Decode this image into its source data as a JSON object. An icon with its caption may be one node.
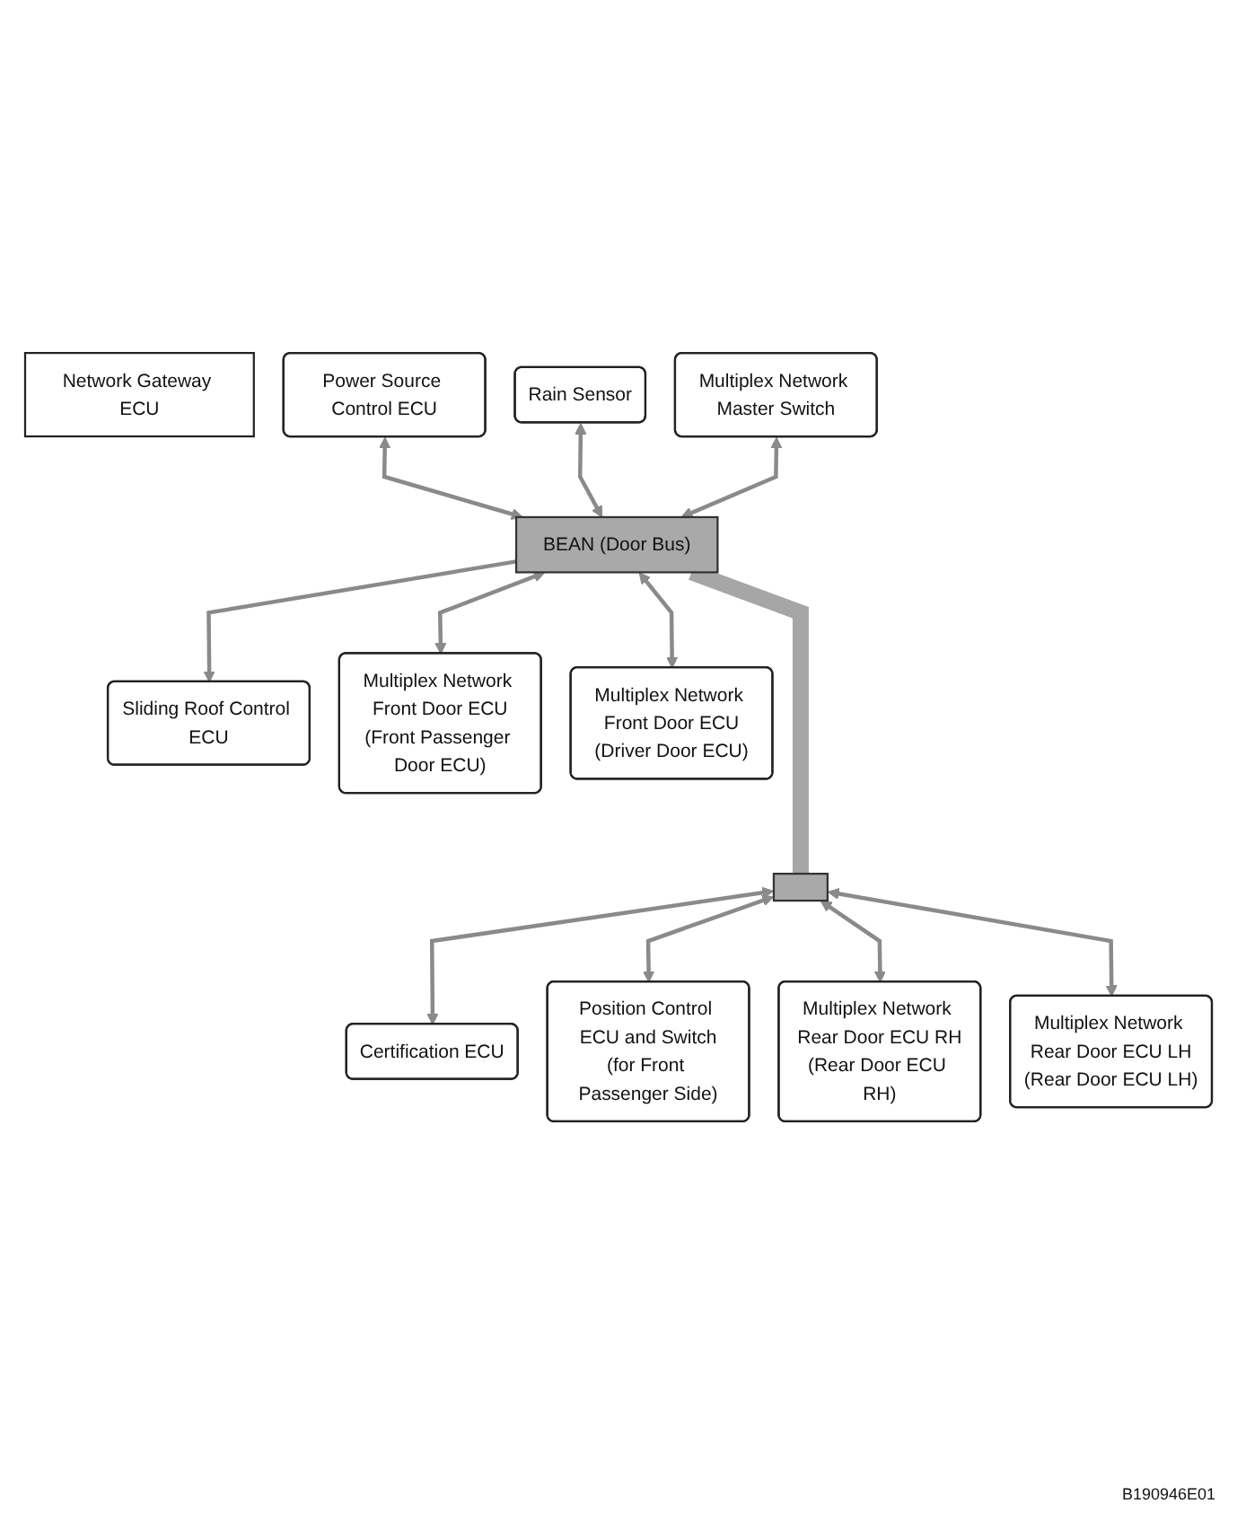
{
  "diagram": {
    "nodes": [
      {
        "text": [
          "Network Gateway ECU"
        ]
      },
      {
        "text": [
          "Power Source Control ECU"
        ]
      },
      {
        "text": [
          "Rain Sensor"
        ]
      },
      {
        "text": [
          "Sliding Roof Control ECU"
        ]
      },
      {
        "text": [
          "Multiplex Network Master Switch"
        ]
      },
      {
        "text": [
          "BEAN (Door Bus)"
        ]
      },
      {
        "text": [
          "Multiplex Network Front Door ECU",
          "(Front Passenger Door ECU)"
        ]
      },
      {
        "text": [
          "Multiplex Network Front Door ECU",
          "(Driver Door ECU)"
        ]
      },
      {
        "text": [],
        "shape": "bar"
      },
      {
        "text": [
          "Multiplex Network Rear Door ECU RH",
          "(Rear Door ECU RH)"
        ]
      },
      {
        "text": [
          "Multiplex Network Rear Door ECU LH",
          "(Rear Door ECU LH)"
        ]
      },
      {
        "text": [
          "Certification ECU"
        ]
      },
      {
        "text": [
          "Position Control ECU and Switch",
          "(for Front Passenger Side)"
        ]
      }
    ],
    "edges": [
      {
        "from": 1,
        "to": 5,
        "arrow": "both"
      },
      {
        "from": 5,
        "to": 3,
        "arrow": "to"
      },
      {
        "from": 2,
        "to": 5,
        "arrow": "both"
      },
      {
        "from": 4,
        "to": 5,
        "arrow": "both"
      },
      {
        "from": 5,
        "to": 6,
        "arrow": "both"
      },
      {
        "from": 5,
        "to": 7,
        "arrow": "both"
      },
      {
        "from": 5,
        "to": 8,
        "arrow": "none",
        "style": "thick"
      },
      {
        "from": 8,
        "to": 11,
        "arrow": "both"
      },
      {
        "from": 8,
        "to": 12,
        "arrow": "both"
      },
      {
        "from": 8,
        "to": 9,
        "arrow": "both"
      },
      {
        "from": 8,
        "to": 10,
        "arrow": "both"
      }
    ],
    "labels": [
      "B190946E01"
    ]
  }
}
